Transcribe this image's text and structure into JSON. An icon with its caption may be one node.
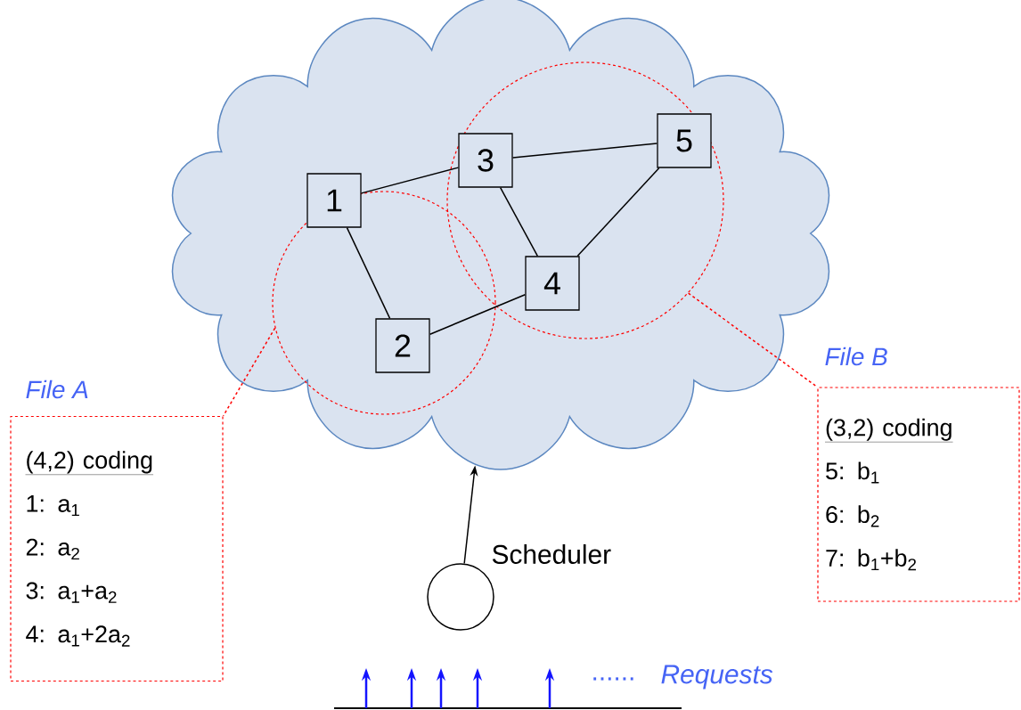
{
  "diagram": {
    "nodes": [
      {
        "text": [],
        "shape": "cloud"
      },
      {
        "text": [],
        "shape": "circle",
        "in": 0
      },
      {
        "text": [],
        "shape": "circle",
        "in": 0
      },
      {
        "text": [
          "1"
        ],
        "in": 0
      },
      {
        "text": [
          "2"
        ],
        "in": 1
      },
      {
        "text": [
          "3"
        ],
        "in": 2
      },
      {
        "text": [
          "4"
        ],
        "in": 2
      },
      {
        "text": [
          "5"
        ],
        "in": 2
      },
      {
        "text": [
          "File A",
          "(4,2) coding",
          "1: a$_{1}$",
          "2: a$_{2}$",
          "3: a$_{1}$+a$_{2}$",
          "4: a$_{1}$+2a$_{2}$"
        ]
      },
      {
        "text": [
          "File B",
          "(3,2) coding",
          "5: b$_{1}$",
          "6: b$_{2}$",
          "7: b$_{1}$+b$_{2}$"
        ]
      },
      {
        "text": [],
        "shape": "circle",
        "beside": [
          "Scheduler"
        ]
      }
    ],
    "edges": [
      {
        "from": 3,
        "to": 5,
        "arrow": "none"
      },
      {
        "from": 3,
        "to": 4,
        "arrow": "none"
      },
      {
        "from": 5,
        "to": 7,
        "arrow": "none"
      },
      {
        "from": 5,
        "to": 6,
        "arrow": "none"
      },
      {
        "from": 4,
        "to": 6,
        "arrow": "none"
      },
      {
        "from": 6,
        "to": 7,
        "arrow": "none"
      },
      {
        "from": 1,
        "to": 8,
        "arrow": "none",
        "style": "dashed",
        "color": "#ff0000"
      },
      {
        "from": 2,
        "to": 9,
        "arrow": "none",
        "style": "dashed",
        "color": "#ff0000"
      },
      {
        "from": 10,
        "to": 0,
        "arrow": "to"
      }
    ],
    "labels": [
      "......",
      "Requests"
    ]
  }
}
